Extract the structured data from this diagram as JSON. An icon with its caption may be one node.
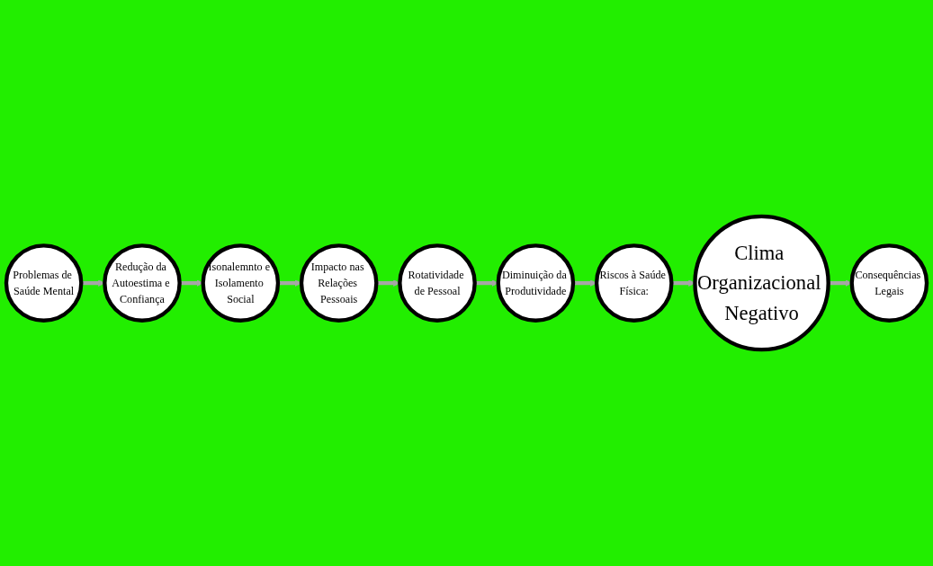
{
  "diagram": {
    "nodes": [
      {
        "text": [
          "Problemas de Saúde Mental"
        ]
      },
      {
        "text": [
          "Redução da Autoestima e Confiança"
        ]
      },
      {
        "text": [
          "Isonalemnto e Isolamento Social"
        ]
      },
      {
        "text": [
          "Impacto nas Relações Pessoais"
        ]
      },
      {
        "text": [
          "Rotatividade de Pessoal"
        ]
      },
      {
        "text": [
          "Diminuição da Produtividade"
        ]
      },
      {
        "text": [
          "Riscos à Saúde Física:"
        ]
      },
      {
        "text": [
          "Clima Organizacional Negativo"
        ]
      },
      {
        "text": [
          "Consequências Legais"
        ]
      }
    ],
    "edges": [
      {
        "from": 0,
        "to": 1,
        "arrow": "to"
      },
      {
        "from": 1,
        "to": 2,
        "arrow": "to"
      },
      {
        "from": 2,
        "to": 3,
        "arrow": "to"
      },
      {
        "from": 3,
        "to": 4,
        "arrow": "to"
      },
      {
        "from": 4,
        "to": 5,
        "arrow": "to"
      },
      {
        "from": 5,
        "to": 6,
        "arrow": "to"
      },
      {
        "from": 6,
        "to": 7,
        "arrow": "to"
      },
      {
        "from": 7,
        "to": 8,
        "arrow": "to"
      }
    ]
  }
}
